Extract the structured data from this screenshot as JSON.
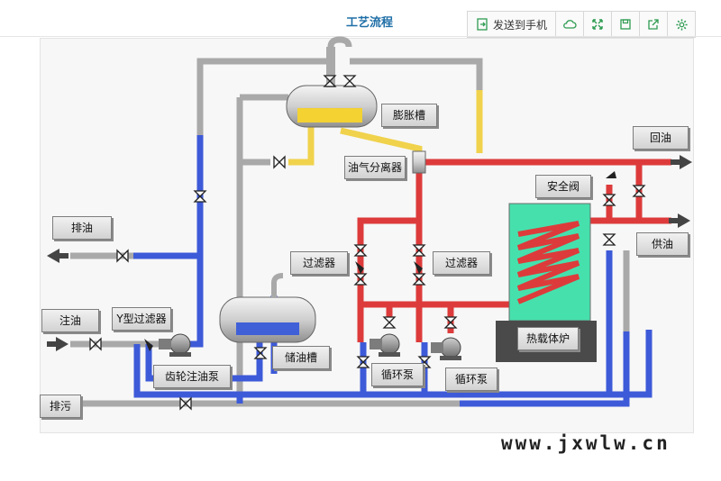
{
  "header": {
    "title": "工艺流程"
  },
  "toolbar": {
    "send_label": "发送到手机",
    "icons": [
      "send-icon",
      "cloud-icon",
      "expand-icon",
      "save-icon",
      "share-icon",
      "settings-icon"
    ]
  },
  "labels": {
    "expansion_tank": "膨胀槽",
    "separator": "油气分离器",
    "return_oil": "回油",
    "safety_valve": "安全阀",
    "supply_oil": "供油",
    "drain_oil": "排油",
    "filter_left": "过滤器",
    "filter_right": "过滤器",
    "inject_oil": "注油",
    "y_filter": "Y型过滤器",
    "gear_pump": "齿轮注油泵",
    "storage_tank": "储油槽",
    "circ_pump_left": "循环泵",
    "circ_pump_right": "循环泵",
    "furnace": "热载体炉",
    "sewage": "排污"
  },
  "colors": {
    "red": "#dd3b3b",
    "blue": "#3d5ad8",
    "yellow": "#f0d24c",
    "gray": "#a9a9a9",
    "furnace": "#46e0ad"
  },
  "watermark": "www.jxwlw.cn"
}
